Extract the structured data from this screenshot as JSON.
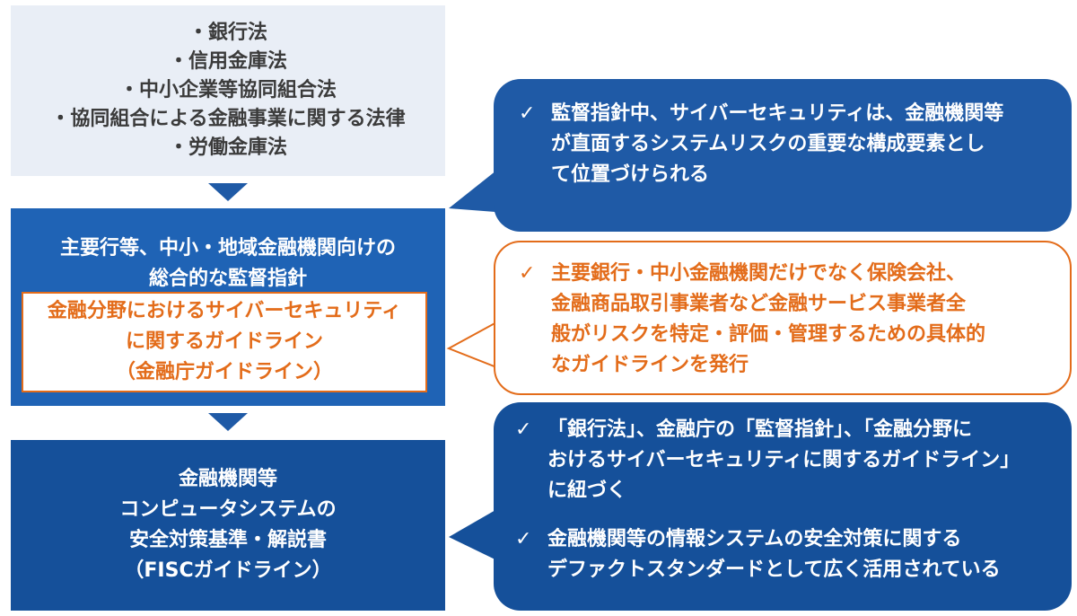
{
  "laws": [
    "・銀行法",
    "・信用金庫法",
    "・中小企業等協同組合法",
    "・協同組合による金融事業に関する法律",
    "・労働金庫法"
  ],
  "supervision": {
    "title_lines": [
      "主要行等、中小・地域金融機関向けの",
      "総合的な監督指針"
    ],
    "guideline_lines": [
      "金融分野におけるサイバーセキュリティ",
      "に関するガイドライン",
      "（金融庁ガイドライン）"
    ]
  },
  "fisc": {
    "lines": [
      "金融機関等",
      "コンピュータシステムの",
      "安全対策基準・解説書",
      "（FISCガイドライン）"
    ]
  },
  "callouts": {
    "check_mark": "✓",
    "c1_lines": [
      "監督指針中、サイバーセキュリティは、金融機関等",
      "が直面するシステムリスクの重要な構成要素とし",
      "て位置づけられる"
    ],
    "c2_lines": [
      "主要銀行・中小金融機関だけでなく保険会社、",
      "金融商品取引事業者など金融サービス事業者全",
      "般がリスクを特定・評価・管理するための具体的",
      "なガイドラインを発行"
    ],
    "c3a_lines": [
      "「銀行法」、金融庁の「監督指針」、「金融分野に",
      "おけるサイバーセキュリティに関するガイドライン」",
      "に紐づく"
    ],
    "c3b_lines": [
      "金融機関等の情報システムの安全対策に関する",
      "デファクトスタンダードとして広く活用されている"
    ]
  },
  "colors": {
    "laws_bg": "#e9eef6",
    "supervision_bg": "#1f63b5",
    "fisc_bg": "#15509a",
    "accent_orange": "#e36c1a"
  }
}
